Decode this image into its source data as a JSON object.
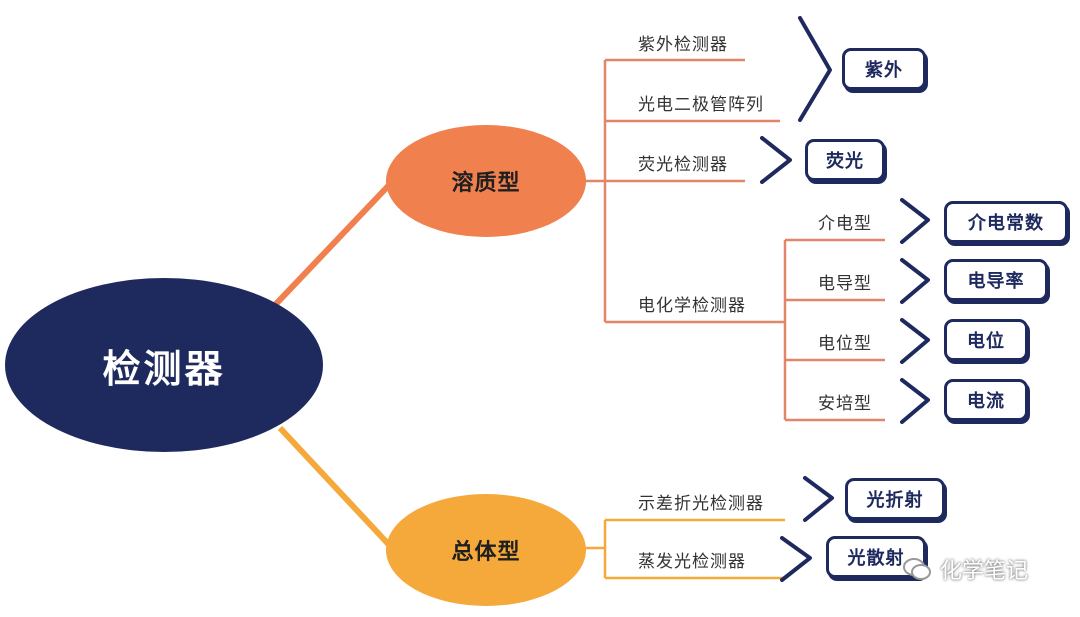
{
  "root": {
    "label": "检测器"
  },
  "categories": {
    "solute": {
      "label": "溶质型",
      "color": "#f0804e"
    },
    "bulk": {
      "label": "总体型",
      "color": "#f5a93a"
    }
  },
  "solute_detectors": {
    "uv": "紫外检测器",
    "pda": "光电二极管阵列",
    "fluorescence": "荧光检测器",
    "electrochemical": "电化学检测器"
  },
  "electrochemical_types": {
    "dielectric": "介电型",
    "conductometric": "电导型",
    "potentiometric": "电位型",
    "amperometric": "安培型"
  },
  "bulk_detectors": {
    "refractive_index": "示差折光检测器",
    "elsd": "蒸发光检测器"
  },
  "principles": {
    "uv": "紫外",
    "fluorescence": "荧光",
    "dielectric_constant": "介电常数",
    "conductivity": "电导率",
    "potential": "电位",
    "current": "电流",
    "refraction": "光折射",
    "scattering": "光散射"
  },
  "watermark": {
    "text": "化学笔记"
  },
  "colors": {
    "navy": "#1e2a5e",
    "orange": "#f0804e",
    "amber": "#f5a93a",
    "branch": "#e2866a"
  }
}
